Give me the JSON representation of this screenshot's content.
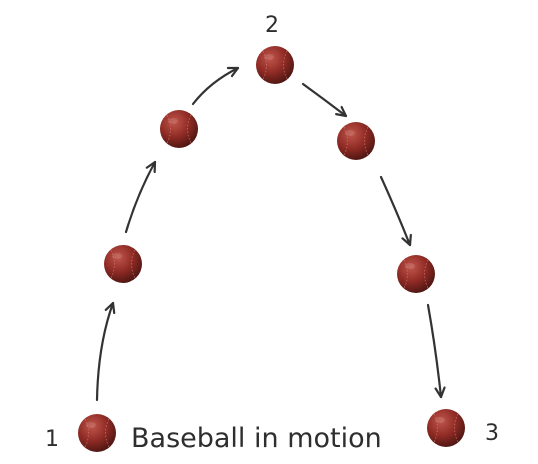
{
  "diagram": {
    "caption": "Baseball in motion",
    "position_labels": {
      "start": "1",
      "apex": "2",
      "end": "3"
    },
    "ball_color": "#8e2a24",
    "arrow_color": "#333333"
  }
}
